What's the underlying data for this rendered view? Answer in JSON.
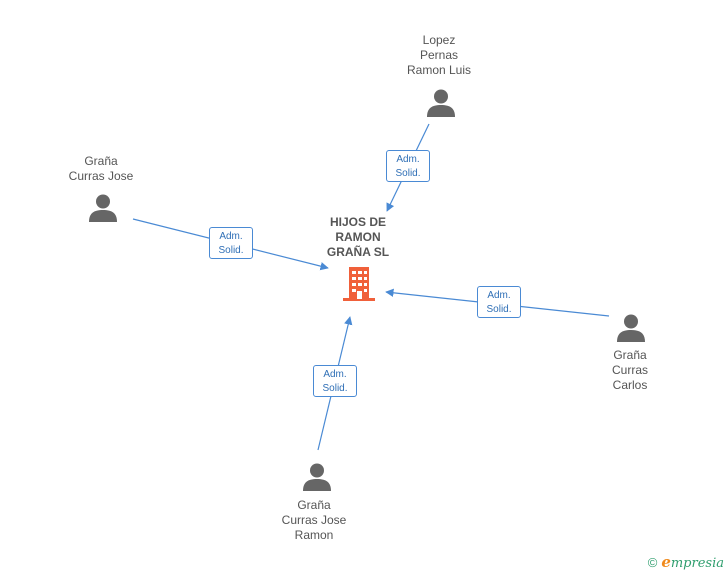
{
  "company": {
    "line1": "HIJOS DE",
    "line2": "RAMON",
    "line3": "GRAÑA SL",
    "icon": "building-icon",
    "color": "#f0603a"
  },
  "persons": [
    {
      "id": "lopez",
      "line1": "Lopez",
      "line2": "Pernas",
      "line3": "Ramon Luis",
      "icon": "person-icon"
    },
    {
      "id": "grana_jose",
      "line1": "Graña",
      "line2": "Curras Jose",
      "line3": "",
      "icon": "person-icon"
    },
    {
      "id": "grana_carlos",
      "line1": "Graña",
      "line2": "Curras",
      "line3": "Carlos",
      "icon": "person-icon"
    },
    {
      "id": "grana_jose_ramon",
      "line1": "Graña",
      "line2": "Curras Jose",
      "line3": "Ramon",
      "icon": "person-icon"
    }
  ],
  "relation": {
    "line1": "Adm.",
    "line2": "Solid."
  },
  "colors": {
    "edge": "#4a8ad4",
    "icon": "#666666"
  },
  "footer": {
    "copyright": "©",
    "brand_initial": "e",
    "brand_rest": "mpresia"
  }
}
